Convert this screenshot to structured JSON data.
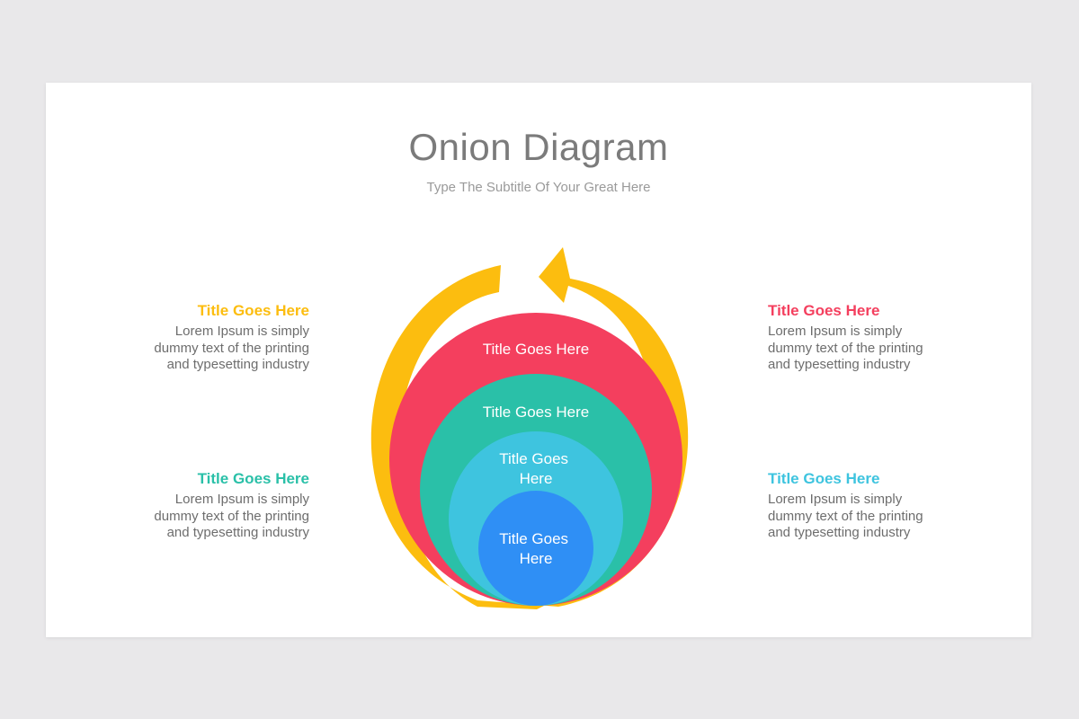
{
  "header": {
    "title": "Onion Diagram",
    "subtitle": "Type The Subtitle Of Your Great Here"
  },
  "colors": {
    "yellow": "#fcbd0f",
    "red": "#f43f5e",
    "teal": "#2ac0a8",
    "cyan": "#3ec4df",
    "blue": "#2f8ff5"
  },
  "layers": [
    {
      "lines": [
        "Title Goes Here"
      ]
    },
    {
      "lines": [
        "Title Goes Here"
      ]
    },
    {
      "lines": [
        "Title Goes",
        "Here"
      ]
    },
    {
      "lines": [
        "Title Goes",
        "Here"
      ]
    }
  ],
  "callouts": {
    "top_left": {
      "title": "Title Goes Here",
      "body": [
        "Lorem Ipsum is simply",
        "dummy text of the printing",
        "and typesetting industry"
      ]
    },
    "bottom_left": {
      "title": "Title Goes Here",
      "body": [
        "Lorem Ipsum is simply",
        "dummy text of the printing",
        "and typesetting industry"
      ]
    },
    "top_right": {
      "title": "Title Goes Here",
      "body": [
        "Lorem Ipsum is simply",
        "dummy text of the printing",
        "and typesetting industry"
      ]
    },
    "bottom_right": {
      "title": "Title Goes Here",
      "body": [
        "Lorem Ipsum is simply",
        "dummy text of the printing",
        "and typesetting industry"
      ]
    }
  }
}
